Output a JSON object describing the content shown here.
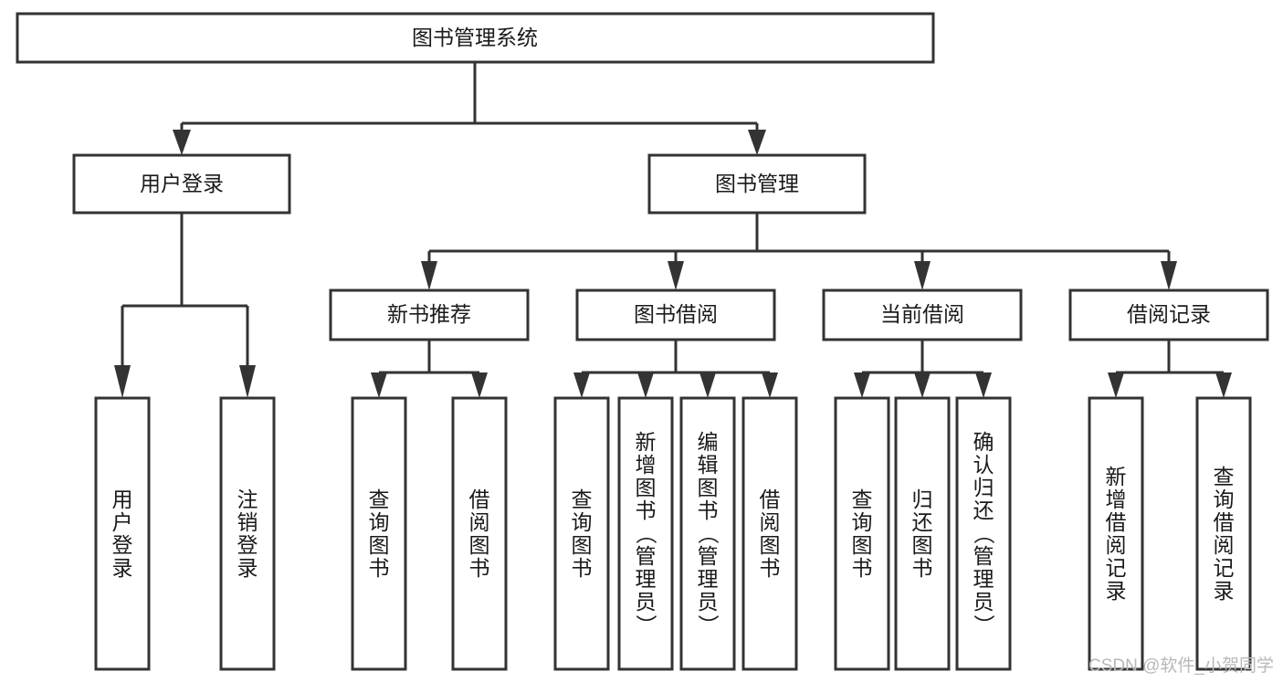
{
  "diagram": {
    "title": "图书管理系统",
    "type": "hierarchy-tree",
    "orientation": "top-down",
    "colors": {
      "stroke": "#333333",
      "fill": "#ffffff",
      "text": "#1a1a1a",
      "watermark": "#b8b8b8"
    },
    "root": {
      "id": "root",
      "label": "图书管理系统",
      "text_orientation": "horizontal"
    },
    "level2": [
      {
        "id": "user-login",
        "label": "用户登录",
        "text_orientation": "horizontal"
      },
      {
        "id": "book-management",
        "label": "图书管理",
        "text_orientation": "horizontal"
      }
    ],
    "level3": [
      {
        "id": "new-book-recommend",
        "label": "新书推荐",
        "parent": "book-management",
        "text_orientation": "horizontal"
      },
      {
        "id": "book-borrow",
        "label": "图书借阅",
        "parent": "book-management",
        "text_orientation": "horizontal"
      },
      {
        "id": "current-borrow",
        "label": "当前借阅",
        "parent": "book-management",
        "text_orientation": "horizontal"
      },
      {
        "id": "borrow-record",
        "label": "借阅记录",
        "parent": "book-management",
        "text_orientation": "horizontal"
      }
    ],
    "leaves": [
      {
        "id": "leaf-user-login",
        "label": "用户登录",
        "parent": "user-login",
        "text_orientation": "vertical"
      },
      {
        "id": "leaf-logout",
        "label": "注销登录",
        "parent": "user-login",
        "text_orientation": "vertical"
      },
      {
        "id": "leaf-query-book-1",
        "label": "查询图书",
        "parent": "new-book-recommend",
        "text_orientation": "vertical"
      },
      {
        "id": "leaf-borrow-book-1",
        "label": "借阅图书",
        "parent": "new-book-recommend",
        "text_orientation": "vertical"
      },
      {
        "id": "leaf-query-book-2",
        "label": "查询图书",
        "parent": "book-borrow",
        "text_orientation": "vertical"
      },
      {
        "id": "leaf-add-book",
        "label": "新增图书（管理员）",
        "parent": "book-borrow",
        "text_orientation": "vertical"
      },
      {
        "id": "leaf-edit-book",
        "label": "编辑图书（管理员）",
        "parent": "book-borrow",
        "text_orientation": "vertical"
      },
      {
        "id": "leaf-borrow-book-2",
        "label": "借阅图书",
        "parent": "book-borrow",
        "text_orientation": "vertical"
      },
      {
        "id": "leaf-query-book-3",
        "label": "查询图书",
        "parent": "current-borrow",
        "text_orientation": "vertical"
      },
      {
        "id": "leaf-return-book",
        "label": "归还图书",
        "parent": "current-borrow",
        "text_orientation": "vertical"
      },
      {
        "id": "leaf-confirm-return",
        "label": "确认归还（管理员）",
        "parent": "current-borrow",
        "text_orientation": "vertical"
      },
      {
        "id": "leaf-add-record",
        "label": "新增借阅记录",
        "parent": "borrow-record",
        "text_orientation": "vertical"
      },
      {
        "id": "leaf-query-record",
        "label": "查询借阅记录",
        "parent": "borrow-record",
        "text_orientation": "vertical"
      }
    ],
    "watermark": "CSDN @软件_小贺同学"
  }
}
